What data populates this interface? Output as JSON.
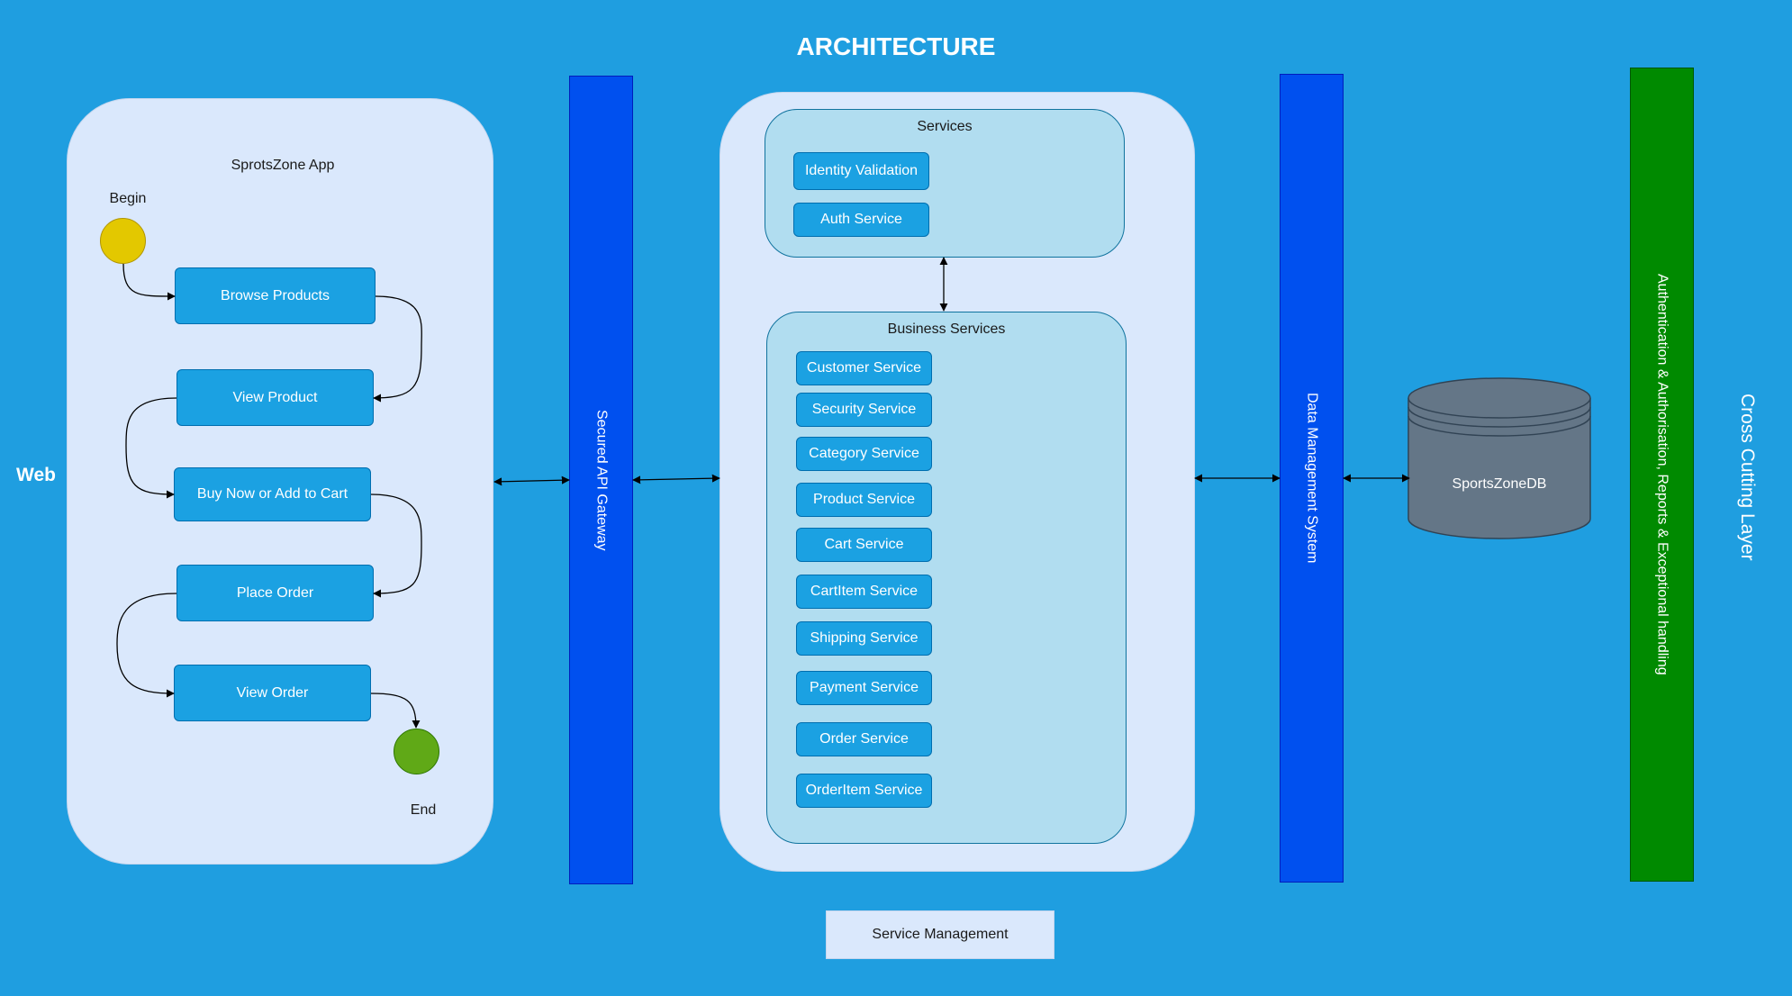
{
  "title": "ARCHITECTURE",
  "web_label": "Web",
  "app": {
    "label": "SprotsZone App",
    "begin_label": "Begin",
    "end_label": "End",
    "steps": [
      "Browse Products",
      "View Product",
      "Buy Now or Add to Cart",
      "Place Order",
      "View Order"
    ]
  },
  "gateway_label": "Secured API Gateway",
  "services": {
    "label": "Services",
    "items": [
      "Identity Validation",
      "Auth Service"
    ]
  },
  "business": {
    "label": "Business Services",
    "items": [
      "Customer Service",
      "Security Service",
      "Category Service",
      "Product Service",
      "Cart Service",
      "CartItem Service",
      "Shipping Service",
      "Payment Service",
      "Order Service",
      "OrderItem Service"
    ]
  },
  "data_mgmt_label": "Data Management System",
  "db_label": "SportsZoneDB",
  "auth_layer_label": "Authentication & Authorisation, Reports & Exceptional handling",
  "cross_cutting_label": "Cross Cutting Layer",
  "service_management_label": "Service Management",
  "colors": {
    "background": "#1f9ee0",
    "panel": "#dae8fc",
    "step": "#1ba1e2",
    "inner_box": "#b1ddf0",
    "bar_blue": "#0050ef",
    "bar_green": "#008a00",
    "begin_node": "#e3c800",
    "end_node": "#60a917",
    "database": "#647687"
  }
}
